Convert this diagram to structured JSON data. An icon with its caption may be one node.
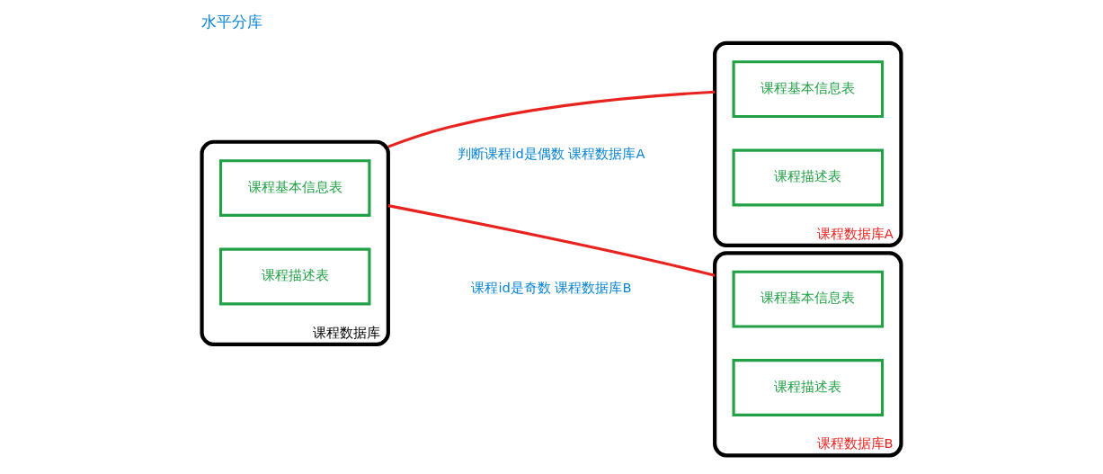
{
  "diagram": {
    "title": "水平分库",
    "nodes": [
      {
        "text": [],
        "shape": "box",
        "beside": [
          "课程数据库"
        ]
      },
      {
        "text": [
          "课程基本信息表"
        ],
        "in": 0
      },
      {
        "text": [
          "课程描述表"
        ],
        "in": 0
      },
      {
        "text": [],
        "shape": "box",
        "beside": [
          "课程数据库A"
        ]
      },
      {
        "text": [
          "课程基本信息表"
        ],
        "in": 3
      },
      {
        "text": [
          "课程描述表"
        ],
        "in": 3
      },
      {
        "text": [],
        "shape": "box",
        "beside": [
          "课程数据库B"
        ]
      },
      {
        "text": [
          "课程基本信息表"
        ],
        "in": 6
      },
      {
        "text": [
          "课程描述表"
        ],
        "in": 6
      }
    ],
    "edges": [
      {
        "from": 0,
        "to": 3,
        "arrow": "none"
      },
      {
        "from": 0,
        "to": 6,
        "arrow": "none"
      }
    ],
    "labels": [
      "判断课程id是偶数 课程数据库A",
      "课程id是奇数 课程数据库B"
    ]
  }
}
